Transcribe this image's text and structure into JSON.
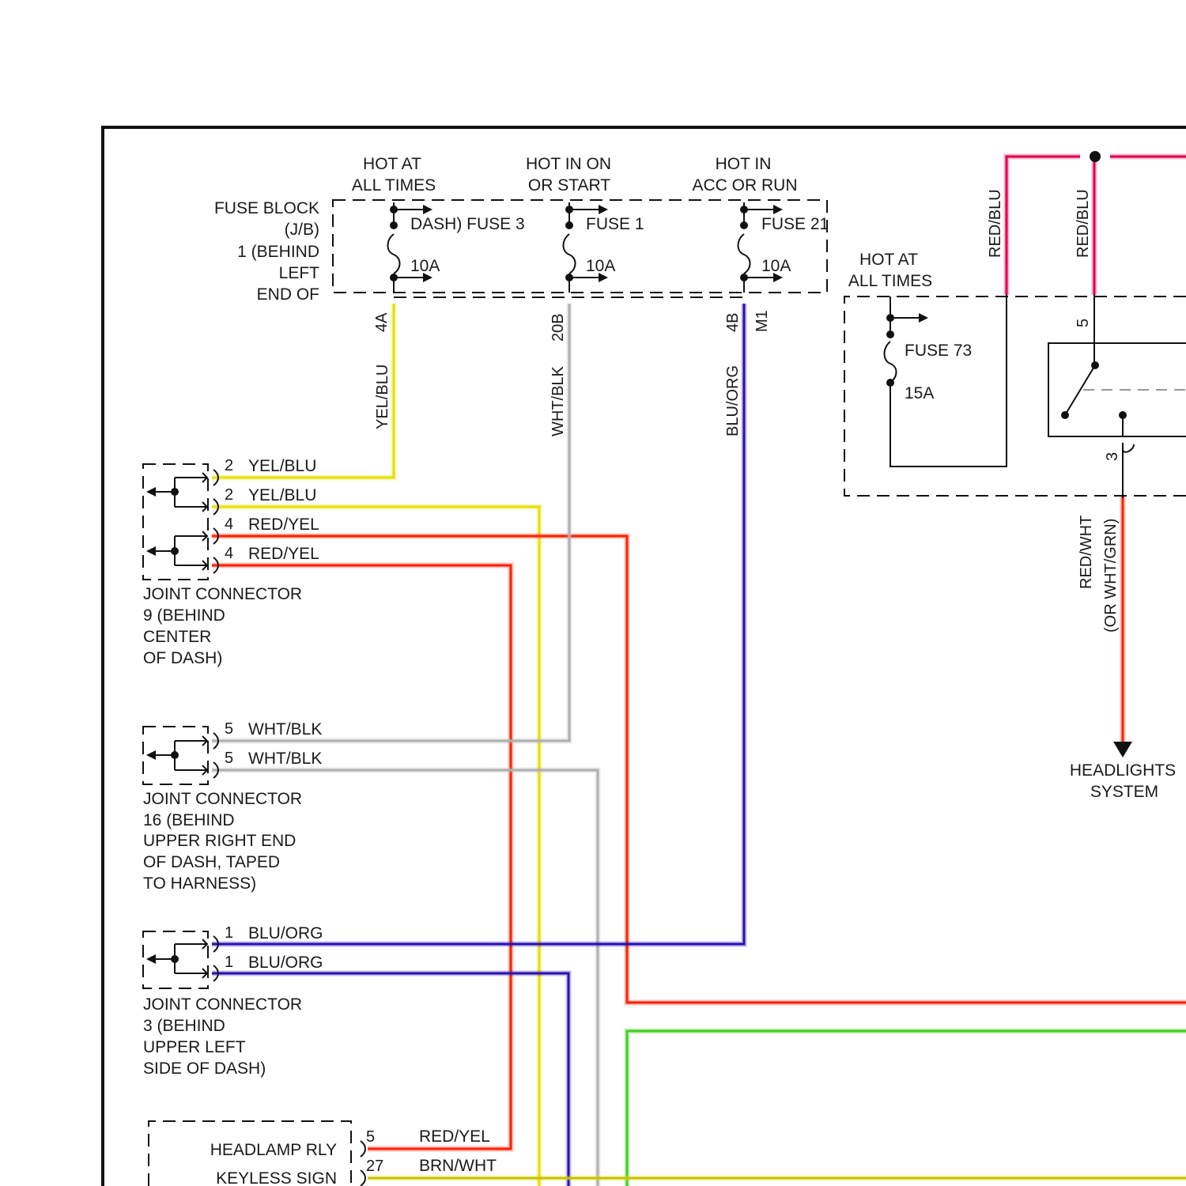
{
  "colors": {
    "yellow": "#e8e000",
    "gray": "#b0b0b0",
    "blue": "#2a10b0",
    "red": "#ff2000",
    "redblu": "#e0004a",
    "green": "#40d020",
    "black": "#111111"
  },
  "hot_labels": {
    "h1a": "HOT AT",
    "h1b": "ALL TIMES",
    "h2a": "HOT IN ON",
    "h2b": "OR START",
    "h3a": "HOT IN",
    "h3b": "ACC OR RUN",
    "h4a": "HOT AT",
    "h4b": "ALL TIMES"
  },
  "fuse_block": {
    "l1": "FUSE BLOCK",
    "l2": "(J/B)",
    "l3": "1 (BEHIND",
    "l4": "LEFT",
    "l5": "END OF",
    "fuse3": "DASH) FUSE 3",
    "fuse3_amp": "10A",
    "fuse1": "FUSE 1",
    "fuse1_amp": "10A",
    "fuse21": "FUSE 21",
    "fuse21_amp": "10A"
  },
  "fuse73": {
    "name": "FUSE 73",
    "amp": "15A"
  },
  "pins": {
    "p4a": "4A",
    "p20b": "20B",
    "p4b": "4B",
    "pm1": "M1",
    "p5": "5",
    "p3": "3"
  },
  "wire_labels": {
    "yelblu": "YEL/BLU",
    "whtblk": "WHT/BLK",
    "bluorg": "BLU/ORG",
    "redblu1": "RED/BLU",
    "redblu2": "RED/BLU",
    "redwht": "RED/WHT",
    "orwhtgrn": "(OR WHT/GRN)"
  },
  "jc9": {
    "r1n": "2",
    "r1c": "YEL/BLU",
    "r2n": "2",
    "r2c": "YEL/BLU",
    "r3n": "4",
    "r3c": "RED/YEL",
    "r4n": "4",
    "r4c": "RED/YEL",
    "d1": "JOINT CONNECTOR",
    "d2": "9 (BEHIND",
    "d3": "CENTER",
    "d4": "OF DASH)"
  },
  "jc16": {
    "r1n": "5",
    "r1c": "WHT/BLK",
    "r2n": "5",
    "r2c": "WHT/BLK",
    "d1": "JOINT CONNECTOR",
    "d2": "16 (BEHIND",
    "d3": "UPPER RIGHT END",
    "d4": "OF DASH, TAPED",
    "d5": "TO HARNESS)"
  },
  "jc3": {
    "r1n": "1",
    "r1c": "BLU/ORG",
    "r2n": "1",
    "r2c": "BLU/ORG",
    "d1": "JOINT CONNECTOR",
    "d2": "3 (BEHIND",
    "d3": "UPPER LEFT",
    "d4": "SIDE OF DASH)"
  },
  "headlights": {
    "l1": "HEADLIGHTS",
    "l2": "SYSTEM"
  },
  "bottom_module": {
    "headlamp": "HEADLAMP RLY",
    "keyless": "KEYLESS SIGN",
    "pin5": "5",
    "pin5c": "RED/YEL",
    "pin27": "27",
    "pin27c": "BRN/WHT"
  }
}
